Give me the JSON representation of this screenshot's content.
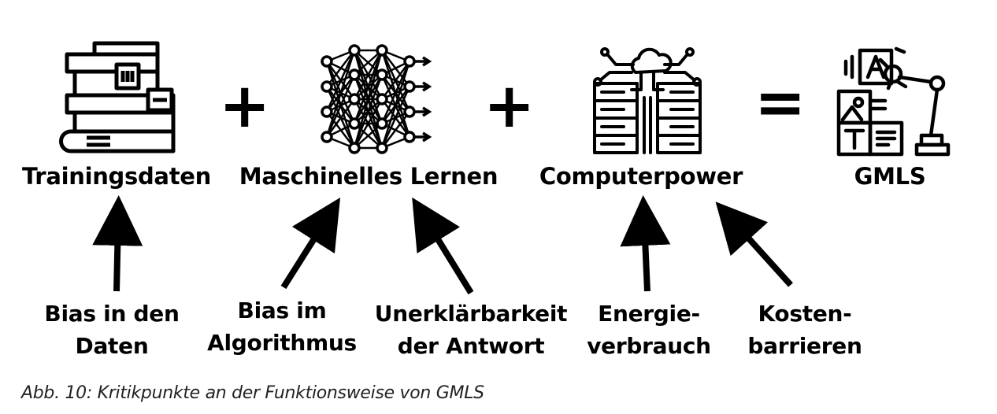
{
  "equation": {
    "terms": [
      {
        "label": "Trainingsdaten",
        "icon": "books-icon"
      },
      {
        "label": "Maschinelles Lernen",
        "icon": "neural-network-icon"
      },
      {
        "label": "Computerpower",
        "icon": "server-cloud-icon"
      },
      {
        "label": "GMLS",
        "icon": "generative-content-robot-icon"
      }
    ],
    "operators": [
      "+",
      "+",
      "="
    ]
  },
  "critiques": [
    {
      "line1": "Bias in den",
      "line2": "Daten",
      "target": "Trainingsdaten"
    },
    {
      "line1": "Bias im",
      "line2": "Algorithmus",
      "target": "Maschinelles Lernen"
    },
    {
      "line1": "Unerklärbarkeit",
      "line2": "der Antwort",
      "target": "Maschinelles Lernen"
    },
    {
      "line1": "Energie-",
      "line2": "verbrauch",
      "target": "Computerpower"
    },
    {
      "line1": "Kosten-",
      "line2": "barrieren",
      "target": "Computerpower"
    }
  ],
  "caption": "Abb. 10: Kritikpunkte an der Funktionsweise von GMLS"
}
